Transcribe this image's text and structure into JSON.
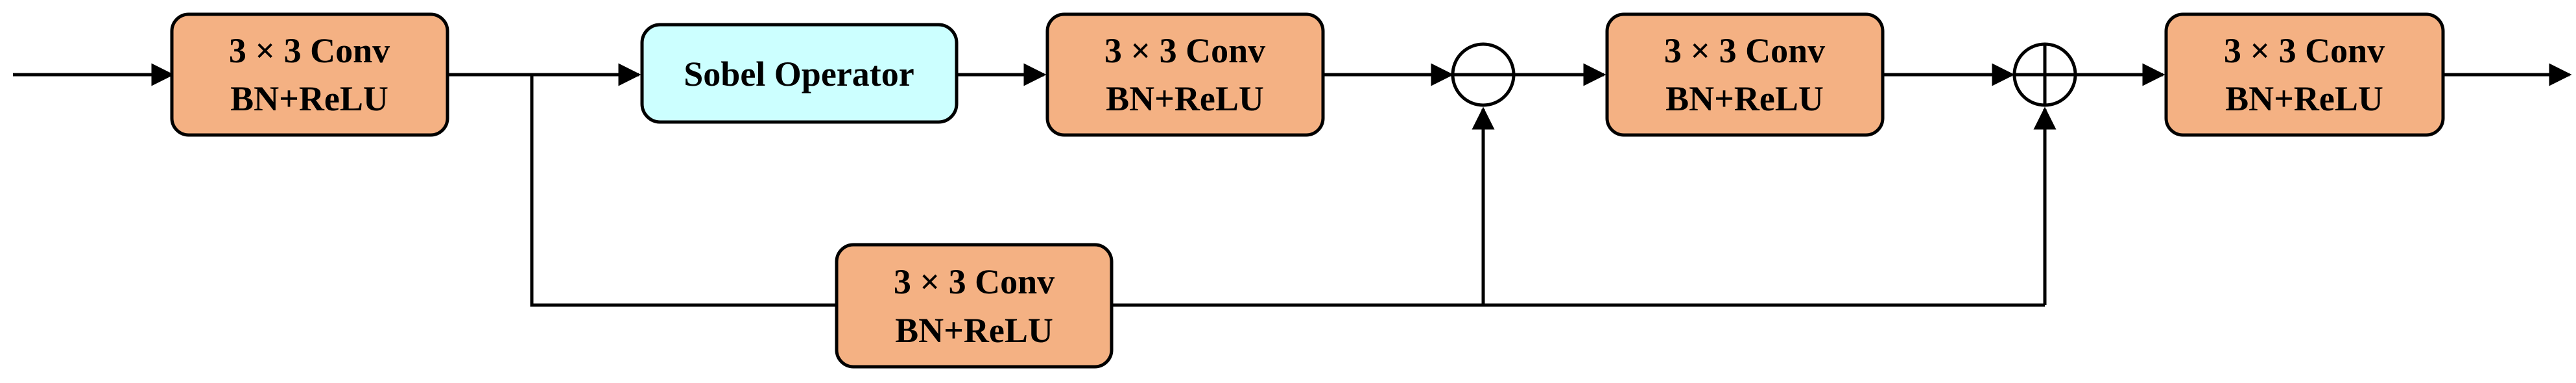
{
  "colors": {
    "conv_fill": "#F4B183",
    "sobel_fill": "#CCFFFF",
    "stroke": "#000000",
    "background": "#FFFFFF"
  },
  "blocks": {
    "conv1": {
      "line1": "3 × 3 Conv",
      "line2": "BN+ReLU"
    },
    "sobel": {
      "label": "Sobel Operator"
    },
    "conv2": {
      "line1": "3 × 3 Conv",
      "line2": "BN+ReLU"
    },
    "conv3": {
      "line1": "3 × 3 Conv",
      "line2": "BN+ReLU"
    },
    "conv4": {
      "line1": "3 × 3 Conv",
      "line2": "BN+ReLU"
    },
    "conv_branch": {
      "line1": "3 × 3 Conv",
      "line2": "BN+ReLU"
    }
  },
  "operators": {
    "subtract": {
      "symbol": "minus"
    },
    "add": {
      "symbol": "plus"
    }
  }
}
